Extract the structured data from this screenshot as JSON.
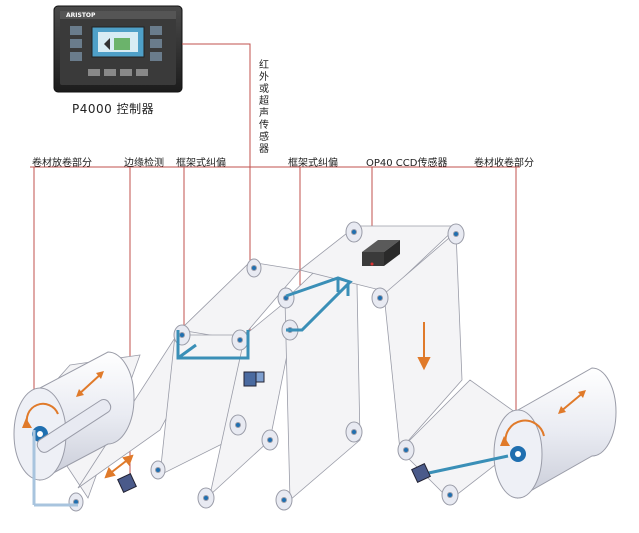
{
  "controller": {
    "title": "P4000 控制器",
    "brand": "ARISTOP"
  },
  "sensor_vertical_label": "红外或超声传感器",
  "labels": {
    "unwind": "卷材放卷部分",
    "edge_detect": "边缘检测",
    "frame_guide_1": "框架式纠偏",
    "frame_guide_2": "框架式纠偏",
    "ccd_sensor": "OP40 CCD传感器",
    "rewind": "卷材收卷部分"
  },
  "colors": {
    "leader_line": "#c0504d",
    "guide_frame": "#3a8fb7",
    "web": "#f4f4f6",
    "roller": "#e8eaf2",
    "arrow": "#e07a2a",
    "hub": "#1f6fb0",
    "controller_body": "#2b2b2b"
  }
}
